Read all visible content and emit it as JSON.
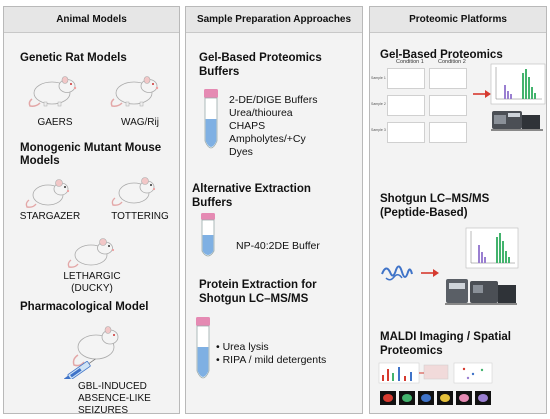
{
  "panels": {
    "animal": {
      "title": "Animal Models",
      "genetic_title": "Genetic Rat Models",
      "gaers": "GAERS",
      "wag": "WAG/Rij",
      "monogenic_title": "Monogenic Mutant Mouse Models",
      "stargazer": "STARGAZER",
      "tottering": "TOTTERING",
      "lethargic_line1": "LETHARGIC",
      "lethargic_line2": "(DUCKY)",
      "pharm_title": "Pharmacological Model",
      "gbl_line1": "GBL-INDUCED",
      "gbl_line2": "ABSENCE-LIKE",
      "gbl_line3": "SEIZURES"
    },
    "sample": {
      "title": "Sample Preparation Approaches",
      "gel_title_line1": "Gel-Based Proteomics",
      "gel_title_line2": "Buffers",
      "gel_items": [
        "2-DE/DIGE Buffers",
        "Urea/thiourea",
        "CHAPS",
        "Ampholytes/+Cy",
        "Dyes"
      ],
      "alt_title_line1": "Alternative Extraction",
      "alt_title_line2": "Buffers",
      "alt_item": "NP-40:2DE Buffer",
      "prot_title_line1": "Protein Extraction for",
      "prot_title_line2": "Shotgun LC–MS/MS",
      "prot_items": [
        "• Urea lysis",
        "• RIPA / mild detergents"
      ]
    },
    "platform": {
      "title": "Proteomic Platforms",
      "gel_title": "Gel-Based Proteomics",
      "condition1": "Condition 1",
      "condition2": "Condition 2",
      "sample_labels": [
        "Sample 1",
        "Sample 2",
        "Sample 3"
      ],
      "shotgun_line1": "Shotgun  LC–MS/MS",
      "shotgun_line2": "(Peptide-Based)",
      "maldi_line1": "MALDI Imaging / Spatial",
      "maldi_line2": "Proteomics"
    }
  },
  "colors": {
    "tube_cap": "#e58ab3",
    "tube_liquid": "#7fb0e3",
    "peak_green": "#43b36d",
    "peak_purple": "#9a7fd1",
    "protein_blue": "#3f73c8",
    "arrow_red": "#d63a2f"
  }
}
